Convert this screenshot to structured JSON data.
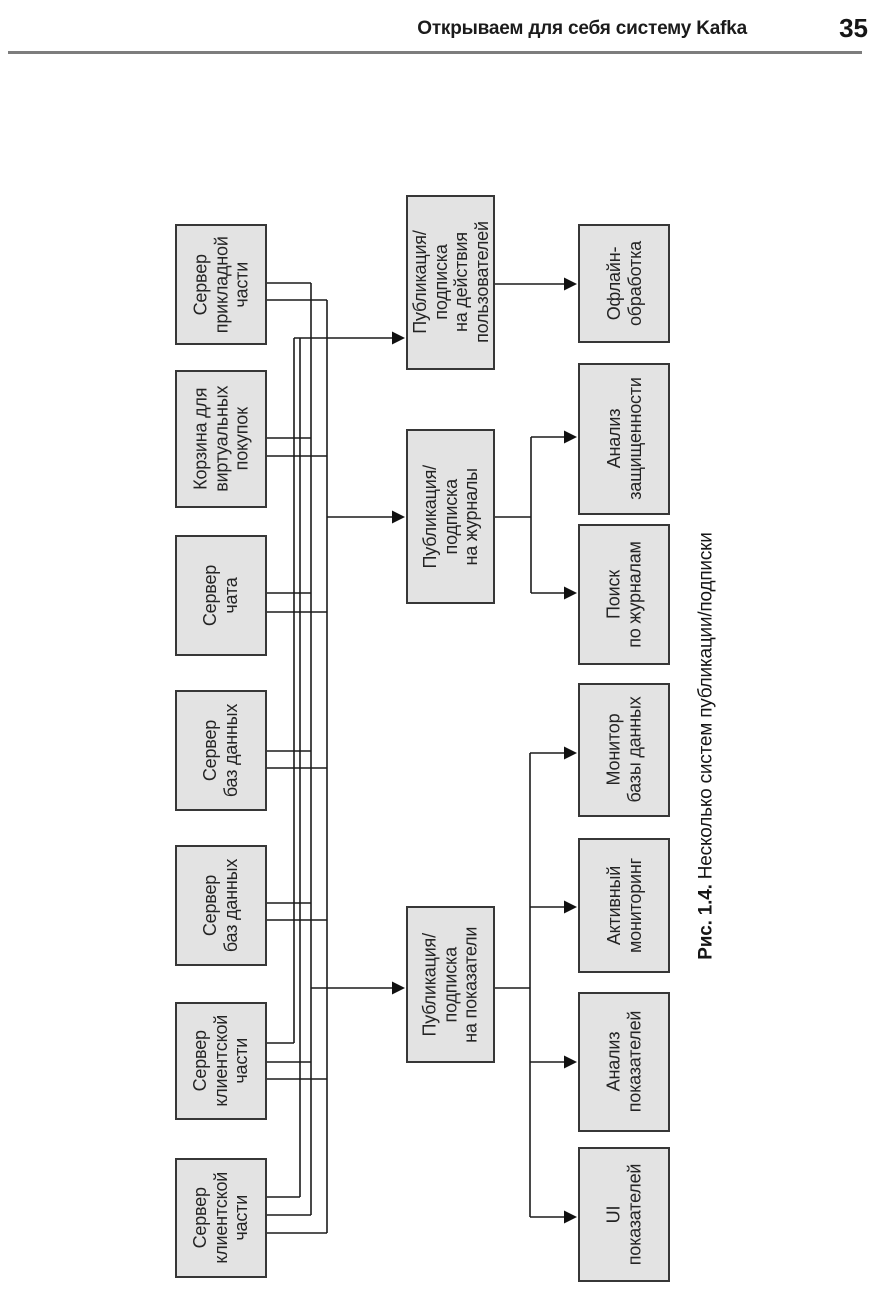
{
  "page": {
    "header_title": "Открываем для себя систему Kafka",
    "page_number": "35"
  },
  "diagram": {
    "source_boxes": [
      {
        "label": "Сервер\nприкладной\nчасти"
      },
      {
        "label": "Корзина для\nвиртуальных\nпокупок"
      },
      {
        "label": "Сервер\nчата"
      },
      {
        "label": "Сервер\nбаз данных"
      },
      {
        "label": "Сервер\nбаз данных"
      },
      {
        "label": "Сервер\nклиентской\nчасти"
      },
      {
        "label": "Сервер\nклиентской\nчасти"
      }
    ],
    "pubsub_boxes": [
      {
        "label": "Публикация/\nподписка\nна действия\nпользователей"
      },
      {
        "label": "Публикация/\nподписка\nна журналы"
      },
      {
        "label": "Публикация/\nподписка\nна показатели"
      }
    ],
    "consumer_boxes": [
      {
        "label": "Офлайн-\nобработка"
      },
      {
        "label": "Анализ\nзащищенности"
      },
      {
        "label": "Поиск\nпо журналам"
      },
      {
        "label": "Монитор\nбазы данных"
      },
      {
        "label": "Активный\nмониторинг"
      },
      {
        "label": "Анализ\nпоказателей"
      },
      {
        "label": "UI\nпоказателей"
      }
    ],
    "caption": {
      "bold": "Рис. 1.4.",
      "text": " Несколько систем публикации/подписки"
    },
    "colors": {
      "box_fill": "#e3e3e3",
      "box_border": "#373737",
      "line": "#1c1c1c",
      "rule": "#7d7d7d"
    }
  }
}
